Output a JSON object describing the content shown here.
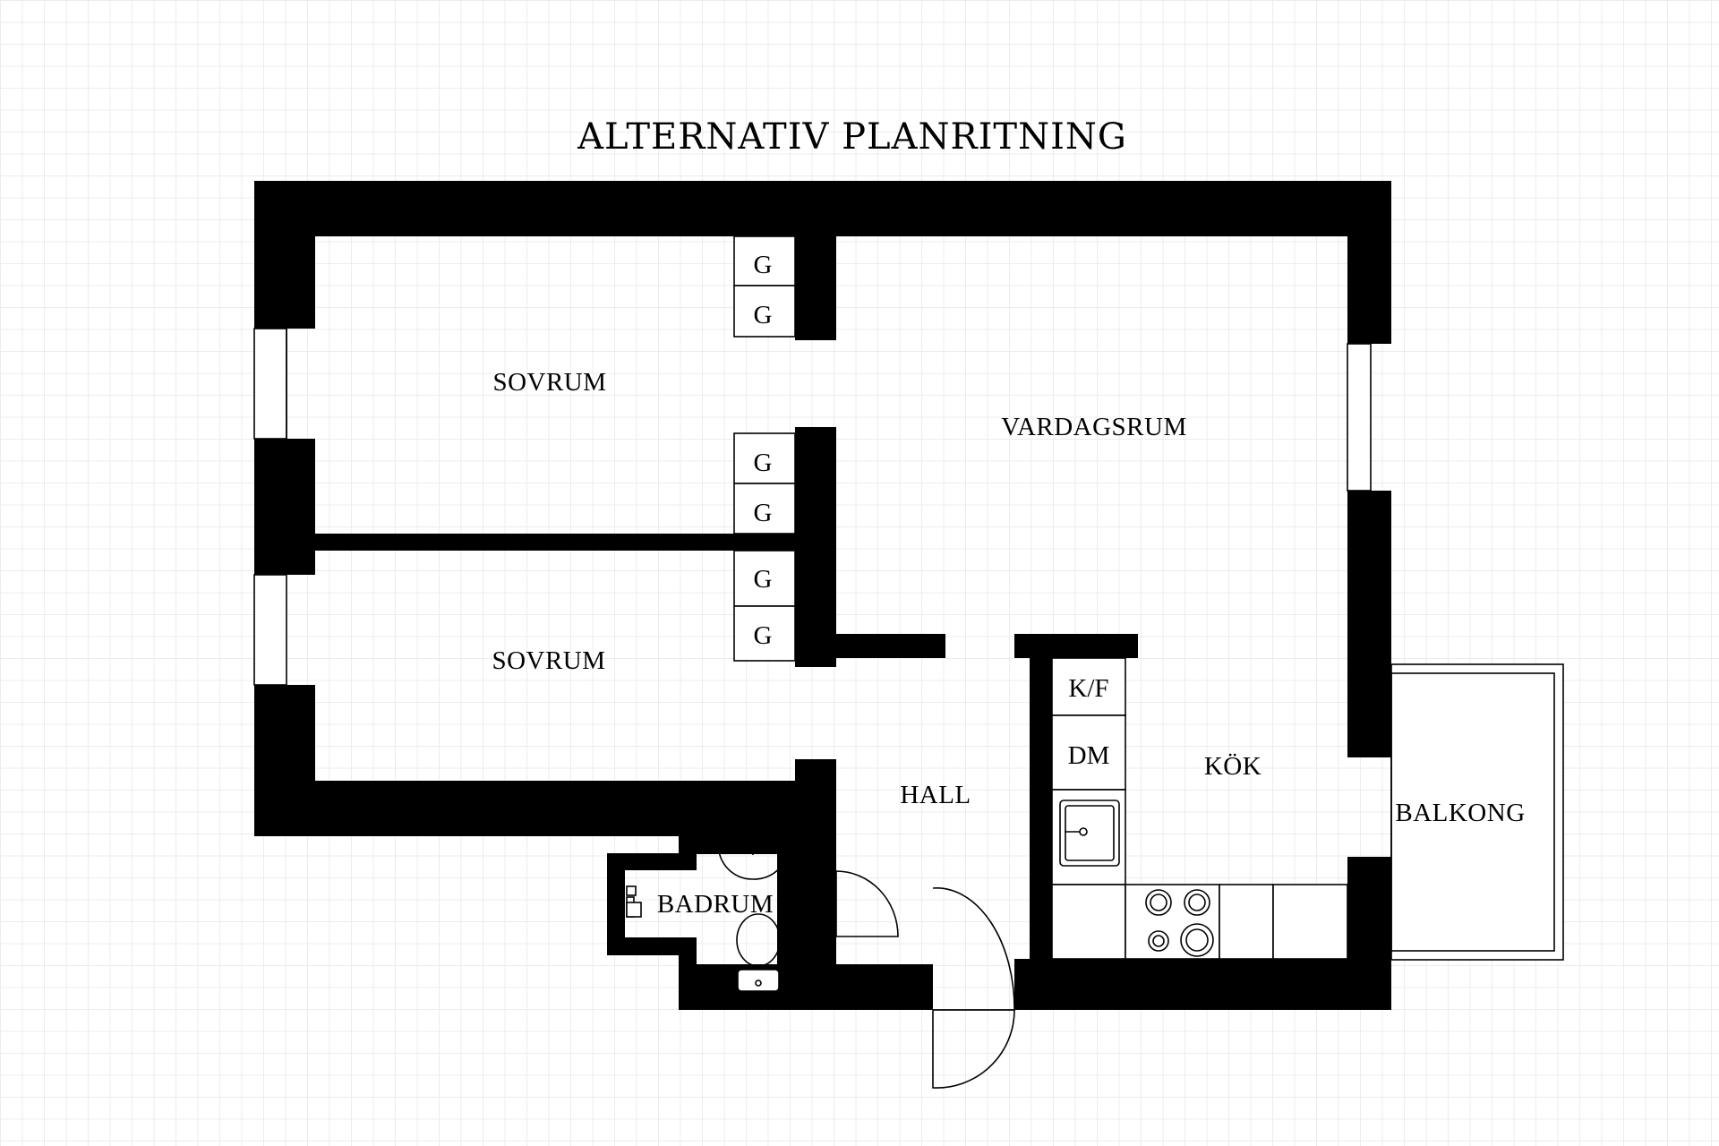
{
  "title": "ALTERNATIV PLANRITNING",
  "rooms": {
    "bedroom_1": "SOVRUM",
    "bedroom_2": "SOVRUM",
    "living_room": "VARDAGSRUM",
    "hall": "HALL",
    "kitchen": "KÖK",
    "bathroom": "BADRUM",
    "balcony": "BALKONG"
  },
  "fixtures": {
    "wardrobe": "G",
    "fridge_freezer": "K/F",
    "dishwasher": "DM"
  }
}
